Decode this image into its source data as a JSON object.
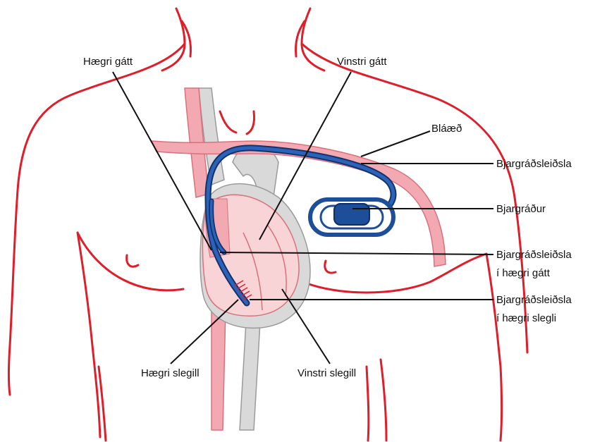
{
  "colors": {
    "body_outline": "#e01e2a",
    "vessel_fill": "#f2a9b1",
    "vessel_stroke": "#d9707c",
    "heart_fill": "#f9d4d6",
    "gray_vessel": "#d9d9d9",
    "lead_blue": "#1f4f9c",
    "device_blue": "#1d4e9a",
    "label_text": "#111111"
  },
  "labels": {
    "right_atrium": "Hægri gátt",
    "left_atrium": "Vinstri gátt",
    "vein": "Bláæð",
    "pacemaker_lead": "Bjargráðsleiðsla",
    "pacemaker": "Bjargráður",
    "lead_right_atrium_line1": "Bjargráðsleiðsla",
    "lead_right_atrium_line2": "í hægri gátt",
    "lead_right_ventricle_line1": "Bjargráðsleiðsla",
    "lead_right_ventricle_line2": "í hægri slegli",
    "right_ventricle": "Hægri slegill",
    "left_ventricle": "Vinstri slegill"
  }
}
